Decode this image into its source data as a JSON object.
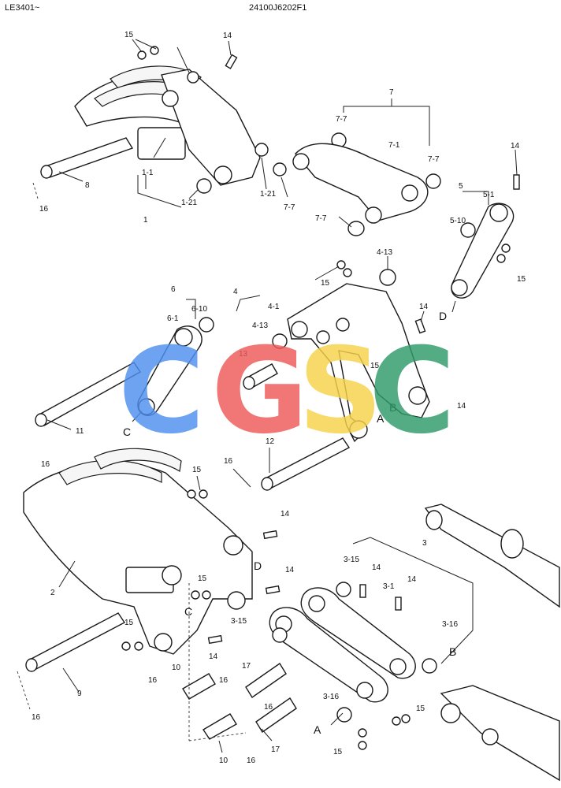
{
  "header": {
    "left": "LE3401~",
    "center": "24100J6202F1"
  },
  "watermark": {
    "letters": [
      "C",
      "G",
      "S",
      "C"
    ],
    "colors": [
      "#4f8ff0",
      "#ee5a5a",
      "#f6d34a",
      "#2e9a6a"
    ]
  },
  "labels": {
    "l15": "15",
    "l14": "14",
    "l7": "7",
    "l77": "7-7",
    "l71": "7-1",
    "l8": "8",
    "l16": "16",
    "l11": "1-1",
    "l121": "1-21",
    "l1": "1",
    "l5": "5",
    "l51": "5-1",
    "l510": "5-10",
    "lD": "D",
    "l413": "4-13",
    "l4": "4",
    "l41": "4-1",
    "l6": "6",
    "l610": "6-10",
    "l61": "6-1",
    "l13": "13",
    "lA": "A",
    "lB": "B",
    "l11b": "11",
    "lC": "C",
    "l12": "12",
    "l2": "2",
    "l3": "3",
    "l315": "3-15",
    "l31": "3-1",
    "l316": "3-16",
    "l9": "9",
    "l10": "10",
    "l17": "17"
  }
}
